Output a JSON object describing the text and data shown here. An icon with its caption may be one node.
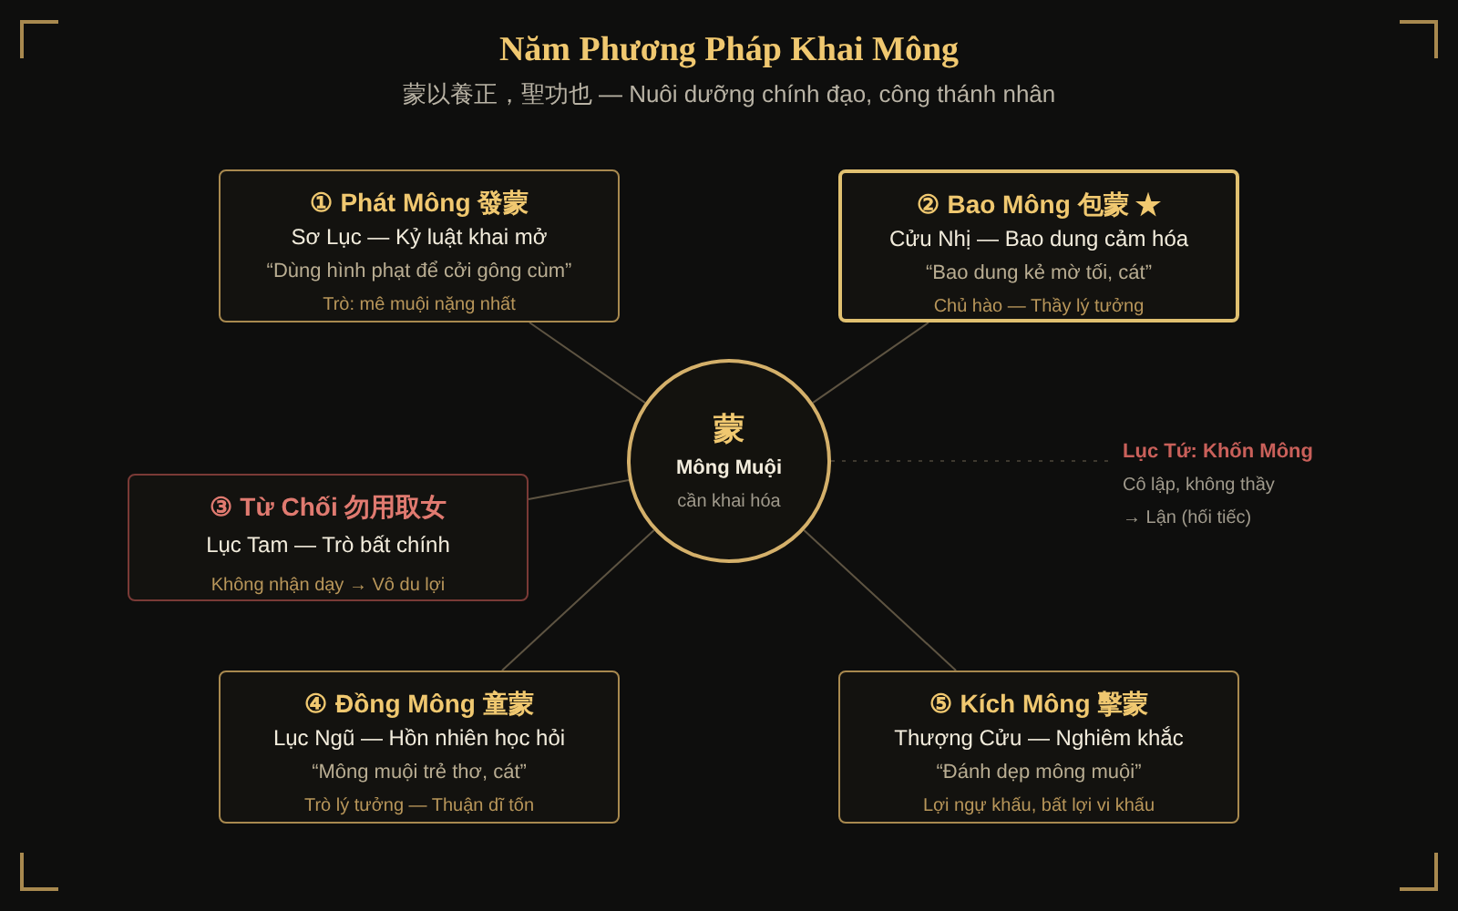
{
  "diagram": {
    "title": "Năm Phương Pháp Khai Mông",
    "nodes": [
      {
        "text": [
          "蒙",
          "Mông Muội",
          "cần khai hóa"
        ]
      },
      {
        "text": [
          "① Phát Mông 發蒙",
          "Sơ Lục — Kỷ luật khai mở",
          "“Dùng hình phạt để cởi gông cùm”",
          "Trò: mê muội nặng nhất"
        ]
      },
      {
        "text": [
          "② Bao Mông 包蒙 ★",
          "Cửu Nhị — Bao dung cảm hóa",
          "“Bao dung kẻ mờ tối, cát”",
          "Chủ hào — Thầy lý tưởng"
        ]
      },
      {
        "text": [
          "③ Từ Chối 勿用取女",
          "Lục Tam — Trò bất chính",
          "Không nhận dạy → Vô du lợi"
        ]
      },
      {
        "text": [
          "④ Đồng Mông 童蒙",
          "Lục Ngũ — Hồn nhiên học hỏi",
          "“Mông muội trẻ thơ, cát”",
          "Trò lý tưởng — Thuận dĩ tốn"
        ]
      },
      {
        "text": [
          "⑤ Kích Mông 擊蒙",
          "Thượng Cửu — Nghiêm khắc",
          "“Đánh dẹp mông muội”",
          "Lợi ngự khấu, bất lợi vi khấu"
        ]
      },
      {
        "text": [
          "Lục Tứ: Khốn Mông",
          "Cô lập, không thầy",
          "→ Lận (hối tiếc)"
        ]
      }
    ],
    "edges": [
      {
        "from": 0,
        "to": 1,
        "arrow": "none"
      },
      {
        "from": 0,
        "to": 2,
        "arrow": "none"
      },
      {
        "from": 0,
        "to": 3,
        "arrow": "none"
      },
      {
        "from": 0,
        "to": 4,
        "arrow": "none"
      },
      {
        "from": 0,
        "to": 5,
        "arrow": "none"
      },
      {
        "from": 0,
        "to": 6,
        "arrow": "none",
        "style": "dashed"
      }
    ],
    "labels": [
      "蒙以養正，聖功也 — Nuôi dưỡng chính đạo, công thánh nhân"
    ]
  }
}
